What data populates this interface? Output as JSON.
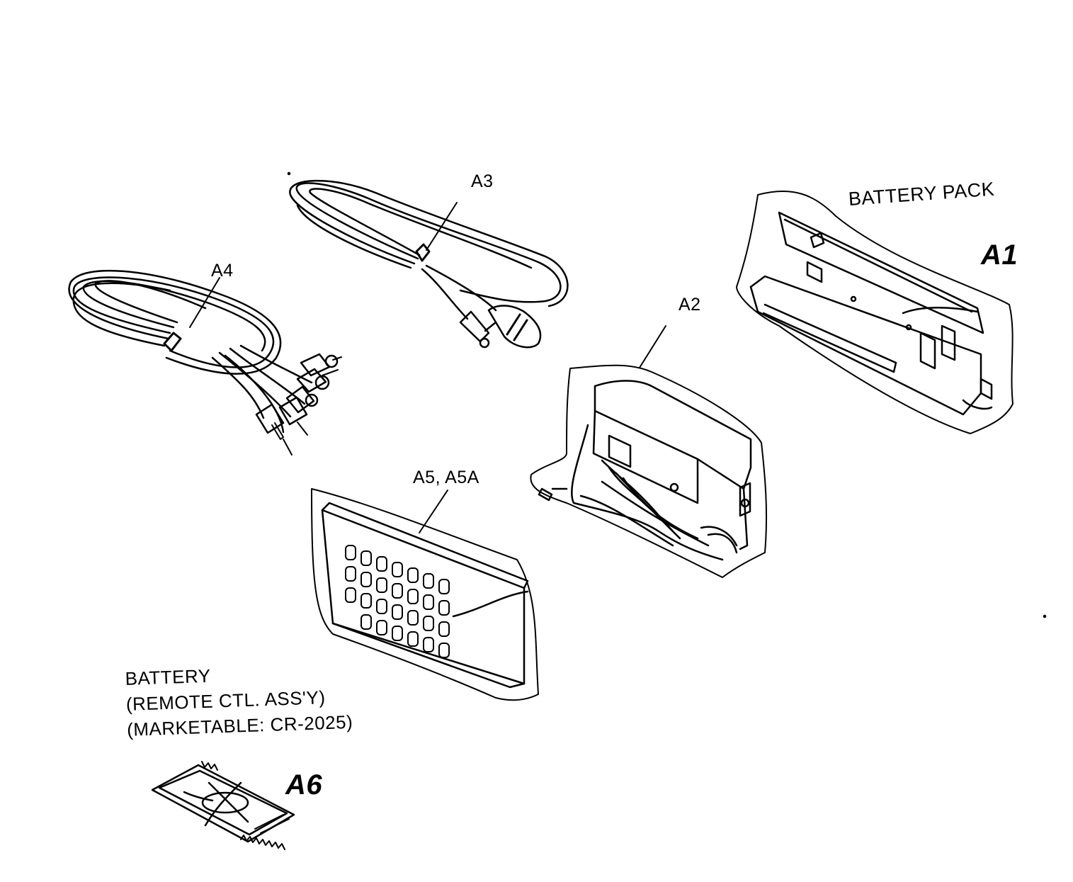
{
  "labels": {
    "a1": "A1",
    "a2": "A2",
    "a3": "A3",
    "a4": "A4",
    "a5": "A5, A5A",
    "a6": "A6"
  },
  "captions": {
    "battery_pack": "BATTERY PACK",
    "battery_line1": "BATTERY",
    "battery_line2": "(REMOTE CTL. ASS'Y)",
    "battery_line3": "(MARKETABLE: CR-2025)"
  }
}
